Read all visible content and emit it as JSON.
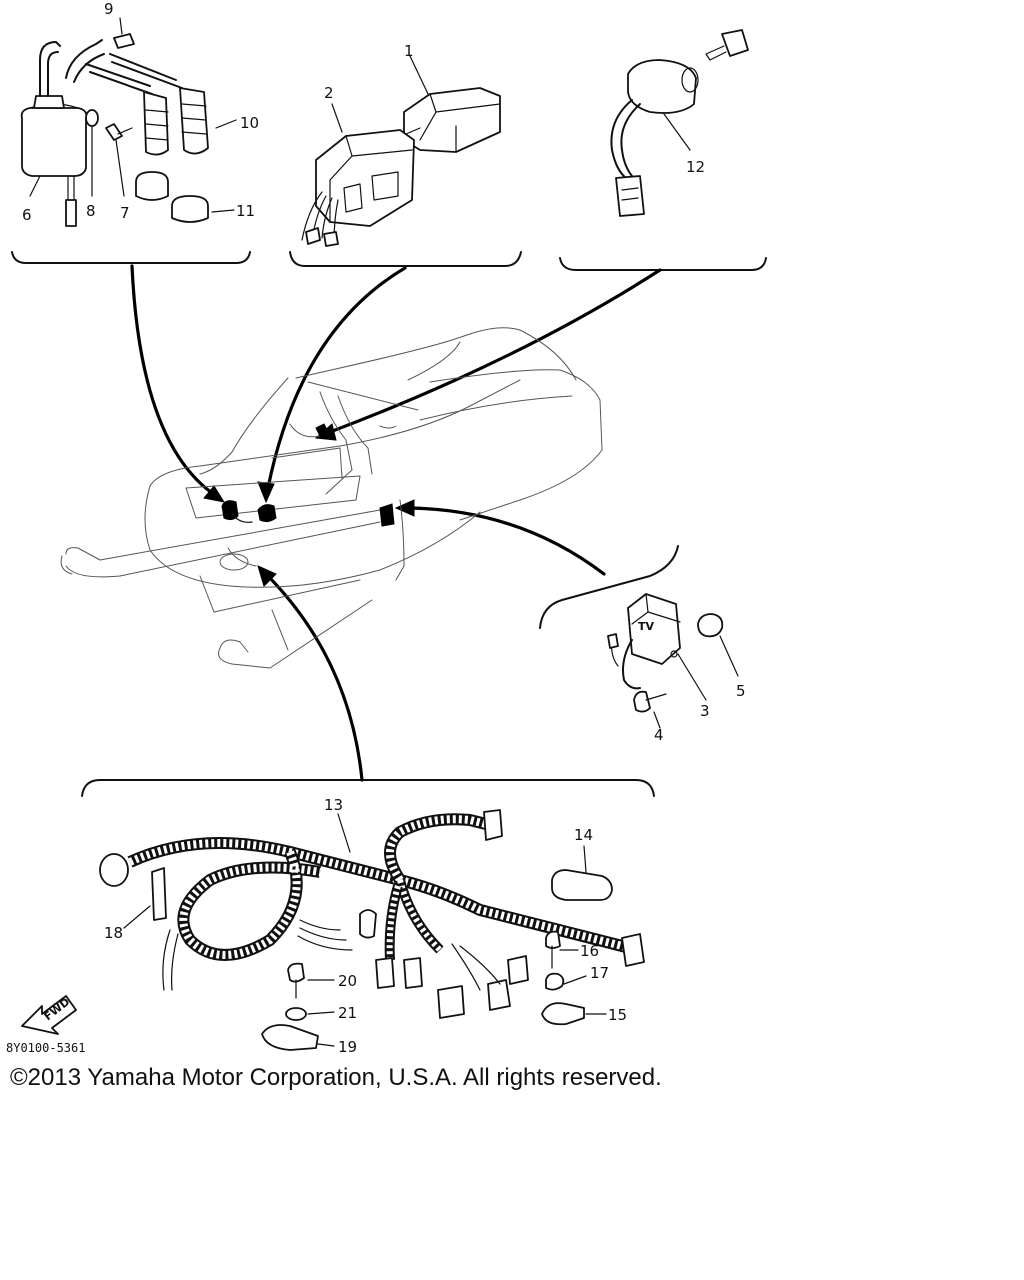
{
  "diagram": {
    "drawing_code": "8Y0100-5361",
    "fwd_label": "FWD",
    "callouts": {
      "p1": "1",
      "p2": "2",
      "p3": "3",
      "p4": "4",
      "p5": "5",
      "p6": "6",
      "p7": "7",
      "p8": "8",
      "p9": "9",
      "p10": "10",
      "p11": "11",
      "p12": "12",
      "p13": "13",
      "p14": "14",
      "p15": "15",
      "p16": "16",
      "p17": "17",
      "p18": "18",
      "p19": "19",
      "p20": "20",
      "p21": "21"
    }
  },
  "copyright": "©2013 Yamaha Motor Corporation, U.S.A. All rights reserved."
}
